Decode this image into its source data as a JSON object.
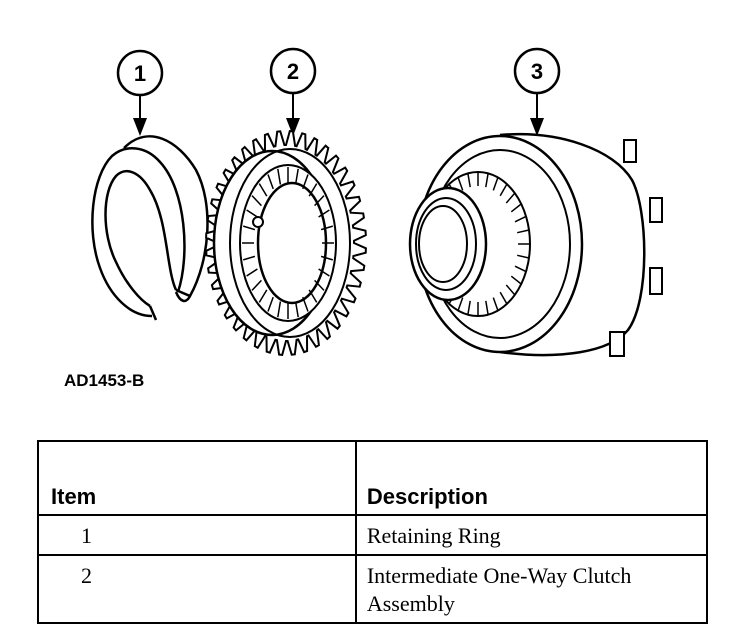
{
  "figure": {
    "id": "AD1453-B",
    "callouts": [
      "1",
      "2",
      "3"
    ]
  },
  "parts_table": {
    "headers": {
      "item": "Item",
      "description": "Description"
    },
    "rows": [
      {
        "item": "1",
        "description": "Retaining Ring"
      },
      {
        "item": "2",
        "description": "Intermediate One-Way Clutch Assembly"
      }
    ]
  }
}
